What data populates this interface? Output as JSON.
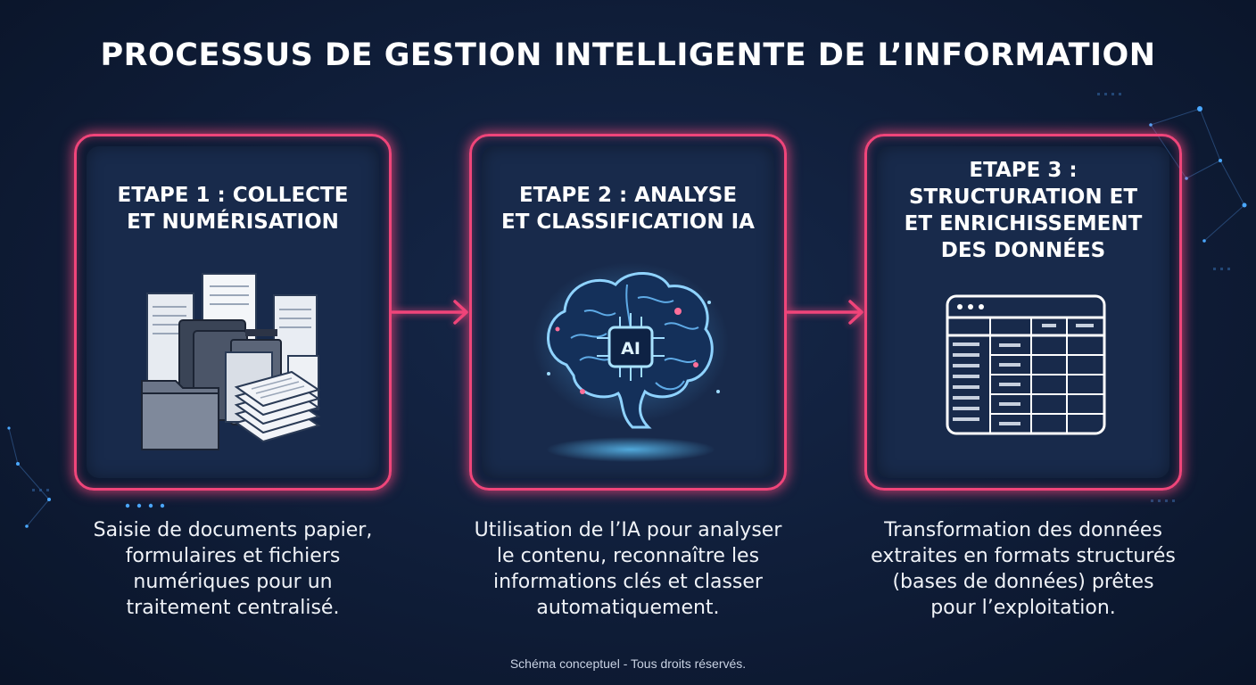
{
  "title": "PROCESSUS DE GESTION INTELLIGENTE DE L’INFORMATION",
  "accent_color": "#f0457a",
  "steps": [
    {
      "title": "ETAPE 1 : COLLECTE\nET NUMÉRISATION",
      "icon": "documents-folders-icon",
      "description": "Saisie de documents papier,\nformulaires et fichiers\nnumériques pour un\ntraitement centralisé."
    },
    {
      "title": "ETAPE 2 : ANALYSE\nET CLASSIFICATION IA",
      "icon": "ai-brain-icon",
      "chip_label": "AI",
      "description": "Utilisation de l’IA pour analyser\nle contenu, reconnaître les\ninformations clés et classer\nautomatiquement."
    },
    {
      "title": "ETAPE 3 :\nSTRUCTURATION ET\nET ENRICHISSEMENT\nDES DONNÉES",
      "icon": "data-table-icon",
      "description": "Transformation des données\nextraites en formats structurés\n(bases de données) prêtes\npour l’exploitation."
    }
  ],
  "footer": "Schéma conceptuel - Tous droits réservés."
}
